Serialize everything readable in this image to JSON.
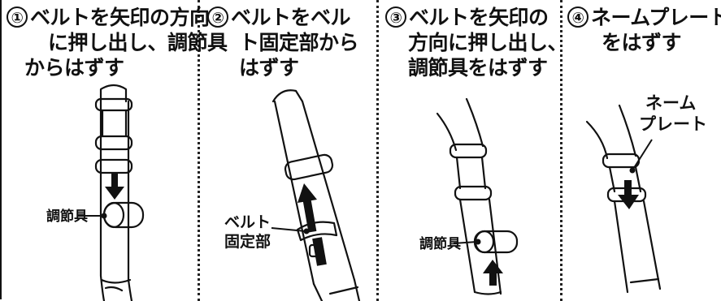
{
  "steps": [
    {
      "number": "①",
      "lines": [
        "ベルトを矢印の方向",
        "に押し出し、調節具",
        "からはずす"
      ]
    },
    {
      "number": "②",
      "lines": [
        "ベルトをベル",
        "ト固定部から",
        "はずす"
      ]
    },
    {
      "number": "③",
      "lines": [
        "ベルトを矢印の",
        "方向に押し出し、",
        "調節具をはずす"
      ]
    },
    {
      "number": "④",
      "lines": [
        "ネームプレート",
        "をはずす"
      ]
    }
  ],
  "callouts": {
    "adjuster_1": "調節具",
    "belt_fixing_line1": "ベルト",
    "belt_fixing_line2": "固定部",
    "adjuster_3": "調節具",
    "nameplate_line1": "ネーム",
    "nameplate_line2": "プレート"
  }
}
